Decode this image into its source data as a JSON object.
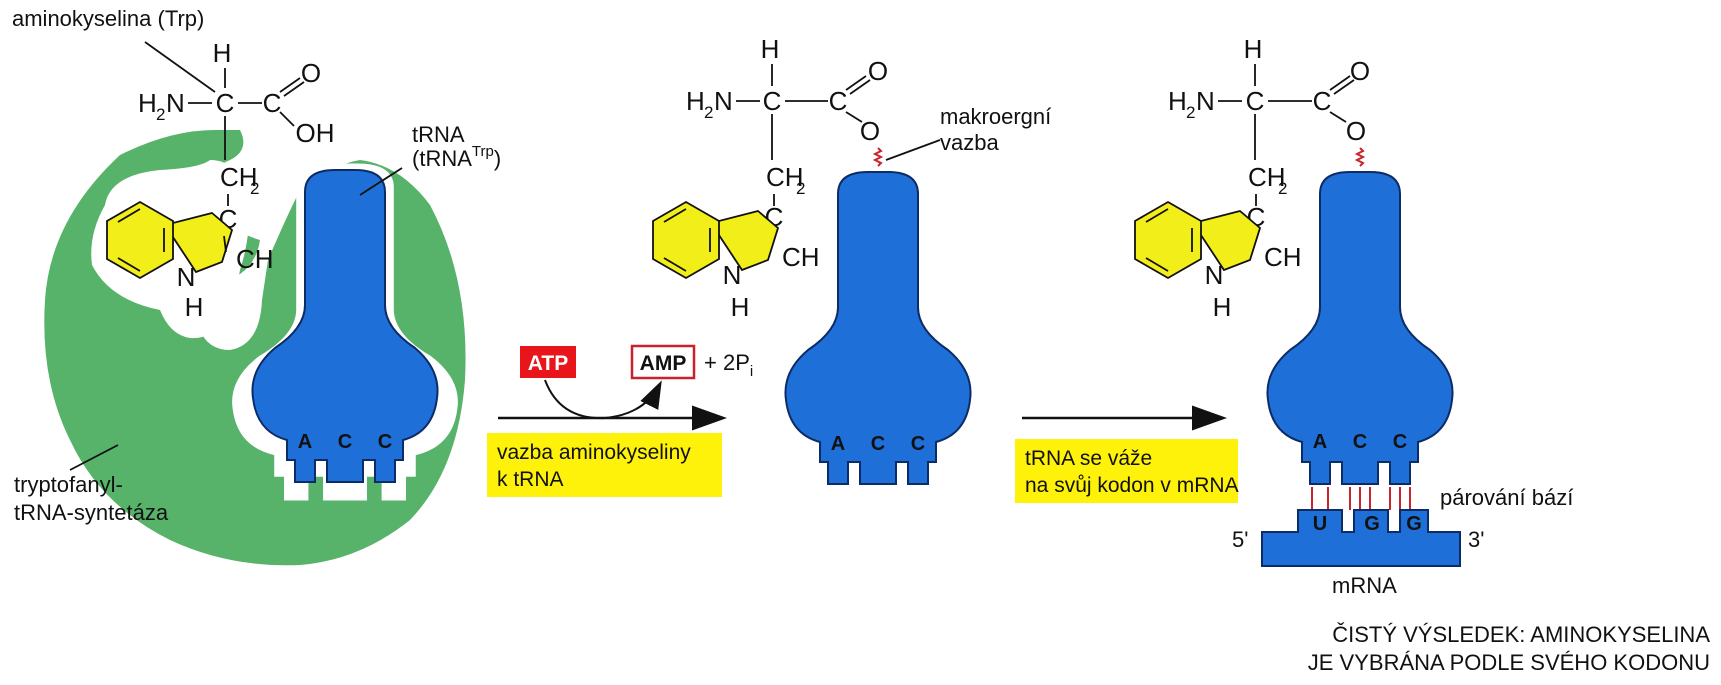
{
  "labels": {
    "amino_acid": "aminokyselina (Trp)",
    "trna": "tRNA",
    "trna_trp_open": "(tRNA",
    "trna_trp_sup": "Trp",
    "trna_trp_close": ")",
    "enzyme_line1": "tryptofanyl-",
    "enzyme_line2": "tRNA-syntetáza",
    "macro_line1": "makroergní",
    "macro_line2": "vazba",
    "base_pairing": "párování bází",
    "mrna": "mRNA",
    "five_prime": "5'",
    "three_prime": "3'",
    "result_line1": "ČISTÝ VÝSLEDEK: AMINOKYSELINA",
    "result_line2": "JE VYBRÁNA PODLE SVÉHO KODONU"
  },
  "reaction": {
    "atp": "ATP",
    "amp": "AMP",
    "pi_prefix": "+ 2P",
    "pi_sub": "i",
    "step1_line1": "vazba aminokyseliny",
    "step1_line2": "k tRNA",
    "step2_line1": "tRNA se váže",
    "step2_line2": "na svůj kodon v mRNA"
  },
  "chem": {
    "h": "H",
    "h2": "H",
    "h2_sub": "2",
    "n": "N",
    "c": "C",
    "o": "O",
    "oh": "OH",
    "ch": "CH",
    "ch2_main": "CH",
    "ch2_sub": "2"
  },
  "anticodon": [
    "A",
    "C",
    "C"
  ],
  "codon": [
    "U",
    "G",
    "G"
  ],
  "colors": {
    "trna": "#1f6fd8",
    "enzyme": "#57b26a",
    "indole": "#f2ee1a",
    "label_box": "#fff20a",
    "atp": "#e8161b",
    "amp_border": "#c8232c",
    "bond_red": "#c8232c"
  }
}
